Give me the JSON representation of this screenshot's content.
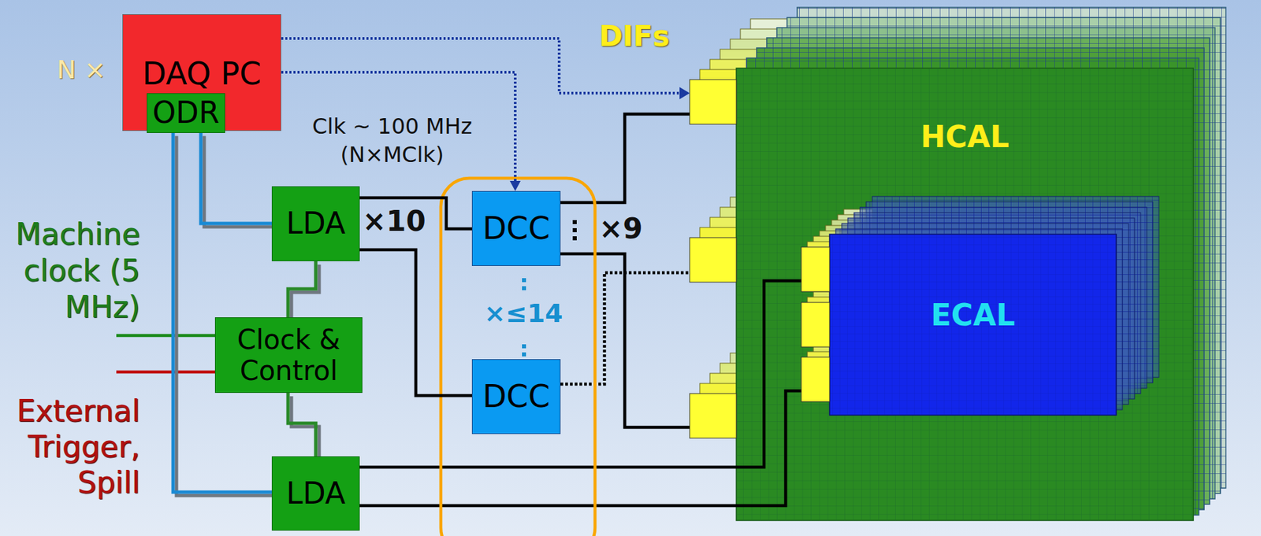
{
  "diagram": {
    "nodes": [
      {
        "text": [
          "DAQ PC"
        ]
      },
      {
        "text": [
          "ODR"
        ],
        "in": 0
      },
      {
        "text": [
          "LDA"
        ]
      },
      {
        "text": [
          "DCC"
        ]
      },
      {
        "text": [
          "DCC"
        ]
      },
      {
        "text": [
          "Clock & Control"
        ]
      },
      {
        "text": [
          "LDA"
        ]
      },
      {
        "text": [
          "HCAL"
        ]
      },
      {
        "text": [
          "ECAL"
        ],
        "in": 7
      }
    ],
    "edges": [
      {
        "from": 1,
        "to": 2,
        "arrow": "none"
      },
      {
        "from": 1,
        "to": 6,
        "arrow": "none"
      },
      {
        "from": 0,
        "to": 3,
        "arrow": "to"
      },
      {
        "from": 2,
        "to": 3,
        "arrow": "none"
      },
      {
        "from": 2,
        "to": 4,
        "arrow": "none"
      },
      {
        "from": 2,
        "to": 5,
        "arrow": "none"
      },
      {
        "from": 5,
        "to": 6,
        "arrow": "none"
      }
    ],
    "labels": [
      "N ×",
      "DIFs",
      "Clk ~ 100 MHz (N×MClk)",
      "×10",
      "×9",
      "×≤14",
      "Machine clock (5 MHz)",
      "External Trigger, Spill"
    ]
  }
}
